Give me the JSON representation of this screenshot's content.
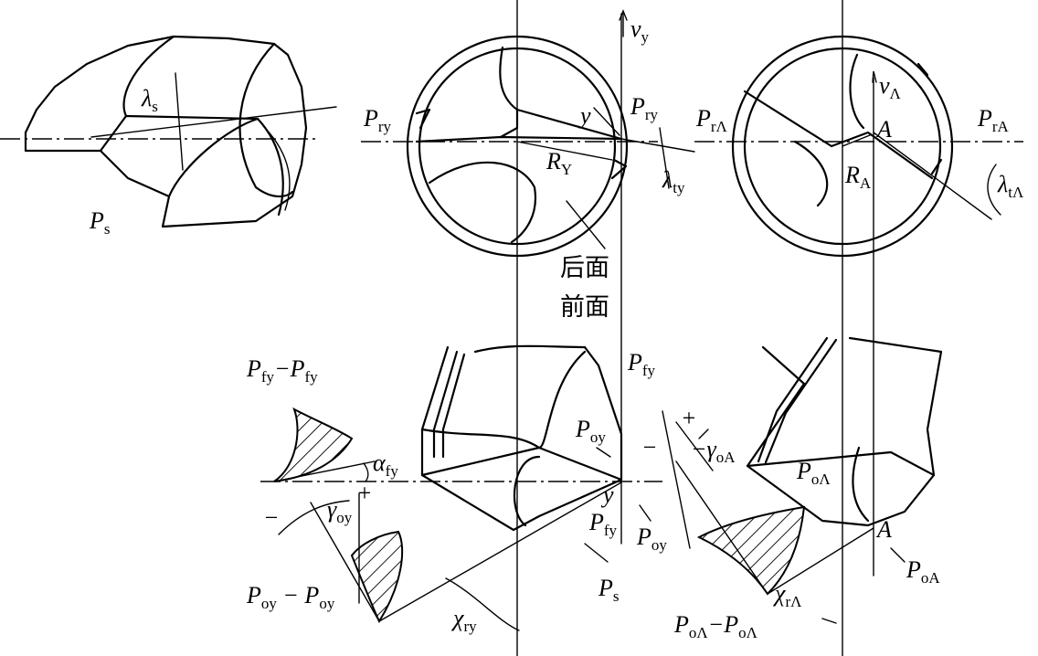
{
  "figure": {
    "labels": {
      "Ps_left": {
        "main": "P",
        "sub": "s"
      },
      "lambda_s": {
        "main": "λ",
        "sub": "s"
      },
      "Pry_left": {
        "main": "P",
        "sub": "ry"
      },
      "y_top": {
        "main": "y",
        "sub": ""
      },
      "Pry_right": {
        "main": "P",
        "sub": "ry"
      },
      "RY": {
        "main": "R",
        "sub": "Y"
      },
      "lambda_ty": {
        "main": "λ",
        "sub": "ty"
      },
      "vy": {
        "main": "v",
        "sub": "y"
      },
      "hou_mian": {
        "main": "后面",
        "sub": ""
      },
      "qian_mian": {
        "main": "前面",
        "sub": ""
      },
      "PrA_left": {
        "main": "P",
        "sub": "rΛ"
      },
      "PrA_right": {
        "main": "P",
        "sub": "rA"
      },
      "vA": {
        "main": "v",
        "sub": "Λ"
      },
      "A_top": {
        "main": "A",
        "sub": ""
      },
      "RA": {
        "main": "R",
        "sub": "A"
      },
      "lambda_tA": {
        "main": "λ",
        "sub": "tΛ"
      },
      "Pfy_section": {
        "main": "P",
        "sub": "fy",
        "tail": "−P",
        "tail_sub": "fy"
      },
      "alpha_fy": {
        "main": "α",
        "sub": "fy"
      },
      "gamma_oy": {
        "main": "γ",
        "sub": "oy"
      },
      "plus_left": {
        "main": "+",
        "sub": ""
      },
      "minus_left": {
        "main": "−",
        "sub": ""
      },
      "Poy_section": {
        "main": "P",
        "sub": "oy",
        "tail": " − P",
        "tail_sub": "oy"
      },
      "kappa_ry": {
        "main": "χ",
        "sub": "ry"
      },
      "Pfy_top": {
        "main": "P",
        "sub": "fy"
      },
      "Poy_mid": {
        "main": "P",
        "sub": "oy"
      },
      "y_bottom": {
        "main": "y",
        "sub": ""
      },
      "Pfy_bottom": {
        "main": "P",
        "sub": "fy"
      },
      "Ps_bottom": {
        "main": "P",
        "sub": "s"
      },
      "Poy_bottom": {
        "main": "P",
        "sub": "oy"
      },
      "plus_right": {
        "main": "+",
        "sub": ""
      },
      "minus_right": {
        "main": "−",
        "sub": ""
      },
      "gamma_oA": {
        "main": "−γ",
        "sub": "oA"
      },
      "PoA_mid": {
        "main": "P",
        "sub": "oΛ"
      },
      "A_bottom": {
        "main": "A",
        "sub": ""
      },
      "PoA_bottom": {
        "main": "P",
        "sub": "oA"
      },
      "PoA_section": {
        "main": "P",
        "sub": "oΛ",
        "tail": "−P",
        "tail_sub": "oΛ"
      },
      "kappa_rA": {
        "main": "χ",
        "sub": "rΛ"
      }
    }
  }
}
